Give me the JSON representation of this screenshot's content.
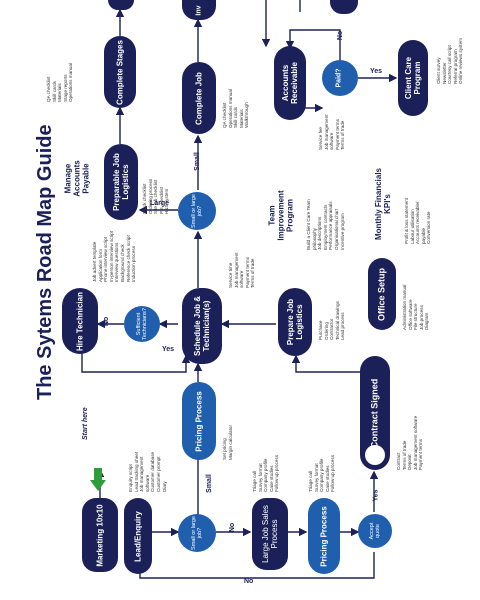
{
  "title": "The Sytems Road Map Guide",
  "start_here": "Start here",
  "nodes": {
    "marketing": "Marketing 10x10",
    "lead_enquiry": "Lead/Enquiry",
    "small_large_1": "Small or large job?",
    "pricing_process_top": "Pricing Process",
    "large_job_sales": "Large Job Sales Process",
    "pricing_process_bottom": "Pricing Process",
    "accept_quote": "Accept quote",
    "contract_signed": "Contract Signed",
    "schedule_job": "Schedule Job & Technician(s)",
    "sufficient_techs": "Sufficient Technicians?",
    "hire_technician": "Hire Technician",
    "prepare_job_logistics": "Prepare Job Logistics",
    "office_setup": "Office Setup",
    "small_large_2": "Small or large job?",
    "preparable_job_logistics": "Preparable Job Logistics",
    "manage_accounts_payable": "Manage Accounts Payable",
    "complete_stages": "Complete Stages",
    "complete_job": "Complete Job",
    "team_improvement": "Team Improvement Program",
    "monthly_financials": "Monthly Financials KPI's",
    "accounts_receivable": "Accounts Receivable",
    "paid": "Paid?",
    "client_care": "Client Care Program",
    "inv": "Inv"
  },
  "labels": {
    "small_1": "Small",
    "no_1": "No",
    "yes_1": "Yes",
    "no_bottom": "No",
    "yes_sched": "Yes",
    "no_hire": "No",
    "large_2": "Large",
    "small_2": "Small",
    "no_paid": "No",
    "yes_paid": "Yes"
  },
  "notes": {
    "lead": [
      "Enquiry script",
      "Lead tracking sheet",
      "Job management",
      "software",
      "Customer database",
      "Customer prompt",
      "Diary"
    ],
    "pricing_top": [
      "Set pricing",
      "Margin calculator"
    ],
    "large_job": [
      "Triage call",
      "Survey format",
      "Company profile",
      "Case studies",
      "Follow up process"
    ],
    "pricing_bottom": [
      "Triage call",
      "Survey format",
      "Company profile",
      "Case studies",
      "Follow up process"
    ],
    "contract": [
      "Contract",
      "Terms of trade",
      "Deposit",
      "Job management software",
      "Payment terms"
    ],
    "hire": [
      "Job advert template",
      "Application form",
      "Phone interview script",
      "In-person interview script",
      "Interview questions",
      "Background check",
      "Reference check script",
      "Induction process"
    ],
    "schedule": [
      "Service time",
      "Job management",
      "software",
      "Payment terms",
      "Terms of trade"
    ],
    "prepare": [
      "Purchase",
      "Ordering",
      "Contractor",
      "Technical drawings",
      "Lead process"
    ],
    "office": [
      "Administration manual",
      "Office software",
      "File structure",
      "Job process",
      "Diagram"
    ],
    "preparable": [
      "Stock checklist",
      "Ordering process",
      "Site job checklist",
      "P.E. checklist",
      "H&S system"
    ],
    "complete_stages": [
      "QA checklist",
      "Skill cards",
      "Materials",
      "Stage reports",
      "Operations manual"
    ],
    "complete_job": [
      "QA checklist",
      "Operations manual",
      "Skill cards",
      "Materials",
      "Walkthrough"
    ],
    "team": [
      "Build a Client Care Team",
      "philosophy",
      "Job descriptions",
      "Employment contracts",
      "Performance appraisals",
      "Organisational chart",
      "Incentive program"
    ],
    "monthly": [
      "Profit & loss statement",
      "Labour utilisation",
      "Accounts receivable/",
      "payable",
      "Conversion rate"
    ],
    "accounts": [
      "Service fee",
      "Job management",
      "software",
      "Payment terms",
      "Terms of trade"
    ],
    "client_care": [
      "Client survey",
      "Newsletter",
      "Courtesy call script",
      "Referral program",
      "Online reviews system"
    ]
  },
  "colors": {
    "navy": "#1b2158",
    "blue": "#1f5fae",
    "green": "#2e9e3d",
    "line": "#1b2158"
  }
}
